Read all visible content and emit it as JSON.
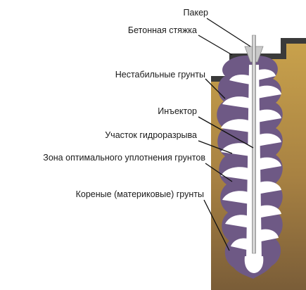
{
  "diagram": {
    "labels": {
      "packer": "Пакер",
      "concrete_screed": "Бетонная стяжка",
      "unstable_soils": "Нестабильные грунты",
      "injector": "Инъектор",
      "hydrofracture_zone": "Участок гидроразрыва",
      "optimal_compaction_zone": "Зона оптимального уплотнения грунтов",
      "bedrock_soils": "Кореные (материковые) грунты"
    },
    "colors": {
      "soil_upper": "#c8a04a",
      "soil_lower": "#7d5f3a",
      "compaction_zone": "#6f5a86",
      "concrete_slab": "#3b3b3b",
      "hydrofracture": "#ffffff",
      "injector": "#cfcfcf",
      "leader_lines": "#111111"
    }
  }
}
